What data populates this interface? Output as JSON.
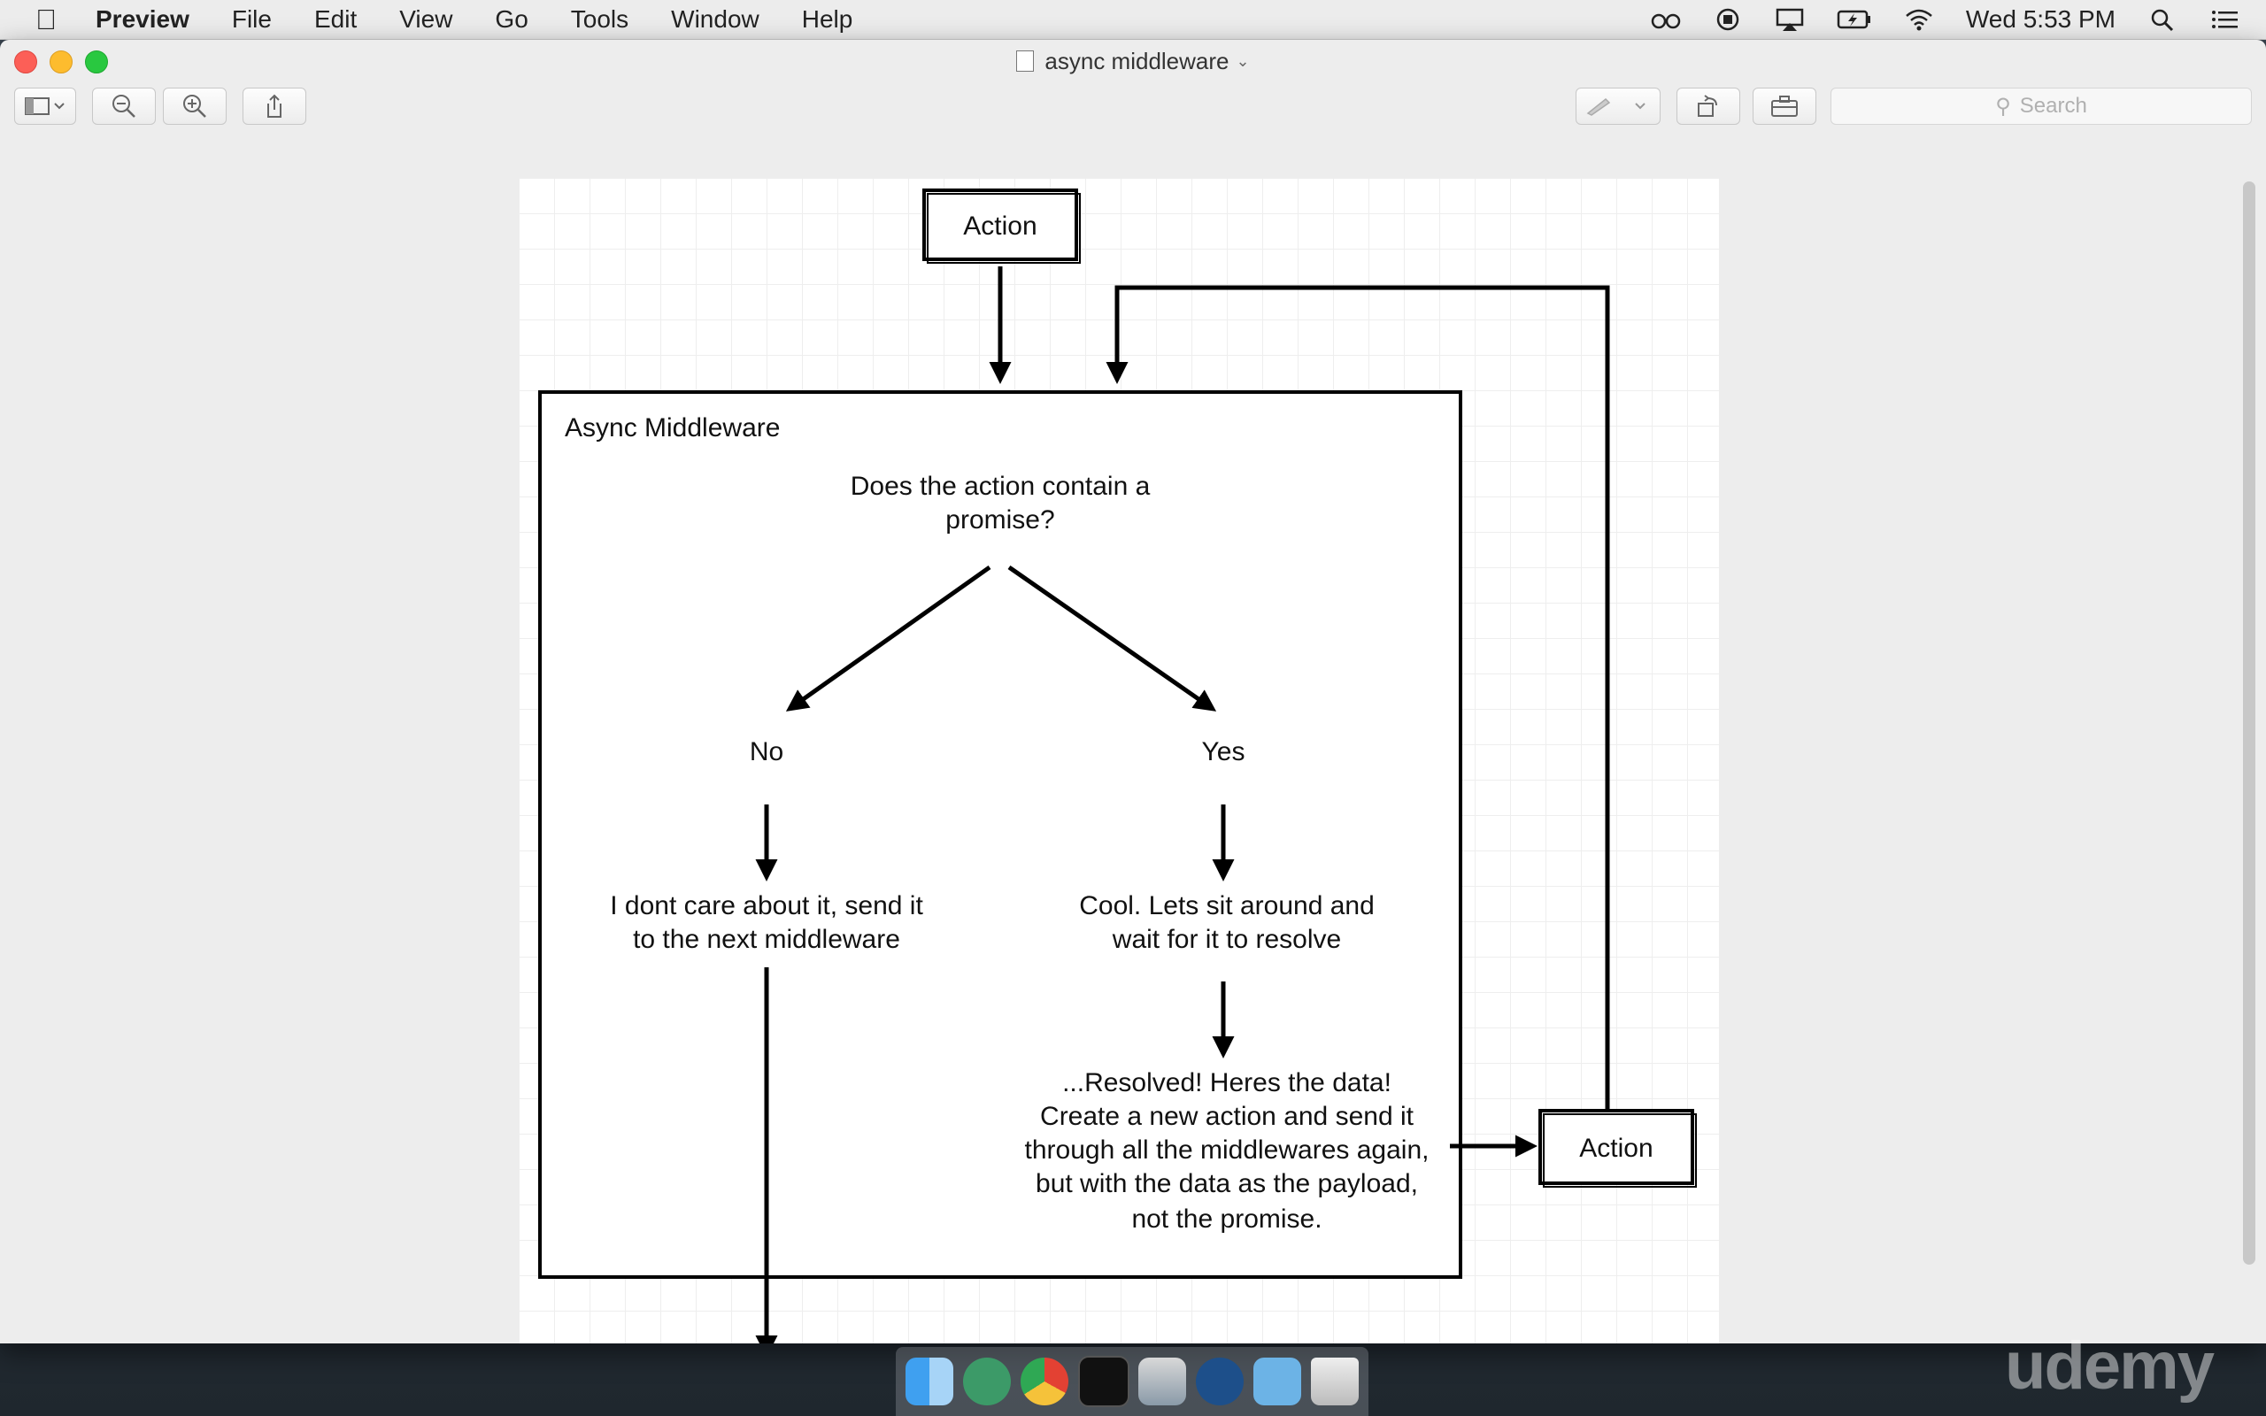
{
  "menubar": {
    "app_name": "Preview",
    "items": [
      "File",
      "Edit",
      "View",
      "Go",
      "Tools",
      "Window",
      "Help"
    ],
    "clock": "Wed 5:53 PM"
  },
  "window": {
    "title": "async middleware"
  },
  "toolbar": {
    "search_placeholder": "Search"
  },
  "diagram": {
    "top_action": "Action",
    "container_title": "Async Middleware",
    "question_line1": "Does the action contain a",
    "question_line2": "promise?",
    "no_label": "No",
    "yes_label": "Yes",
    "no_text_line1": "I dont care about it, send it",
    "no_text_line2": "to the next middleware",
    "yes_text_line1": "Cool.  Lets sit around and",
    "yes_text_line2": "wait for it to resolve",
    "resolved_line1": "...Resolved!  Heres the data!",
    "resolved_line2": "Create a new action and send it",
    "resolved_line3": "through all the middlewares again,",
    "resolved_line4": "but with the data as the payload,",
    "resolved_line5": "not the promise.",
    "right_action": "Action"
  },
  "watermark": "udemy",
  "colors": {
    "close": "#fc5f57",
    "minimize": "#fdbc2e",
    "maximize": "#29c840"
  }
}
